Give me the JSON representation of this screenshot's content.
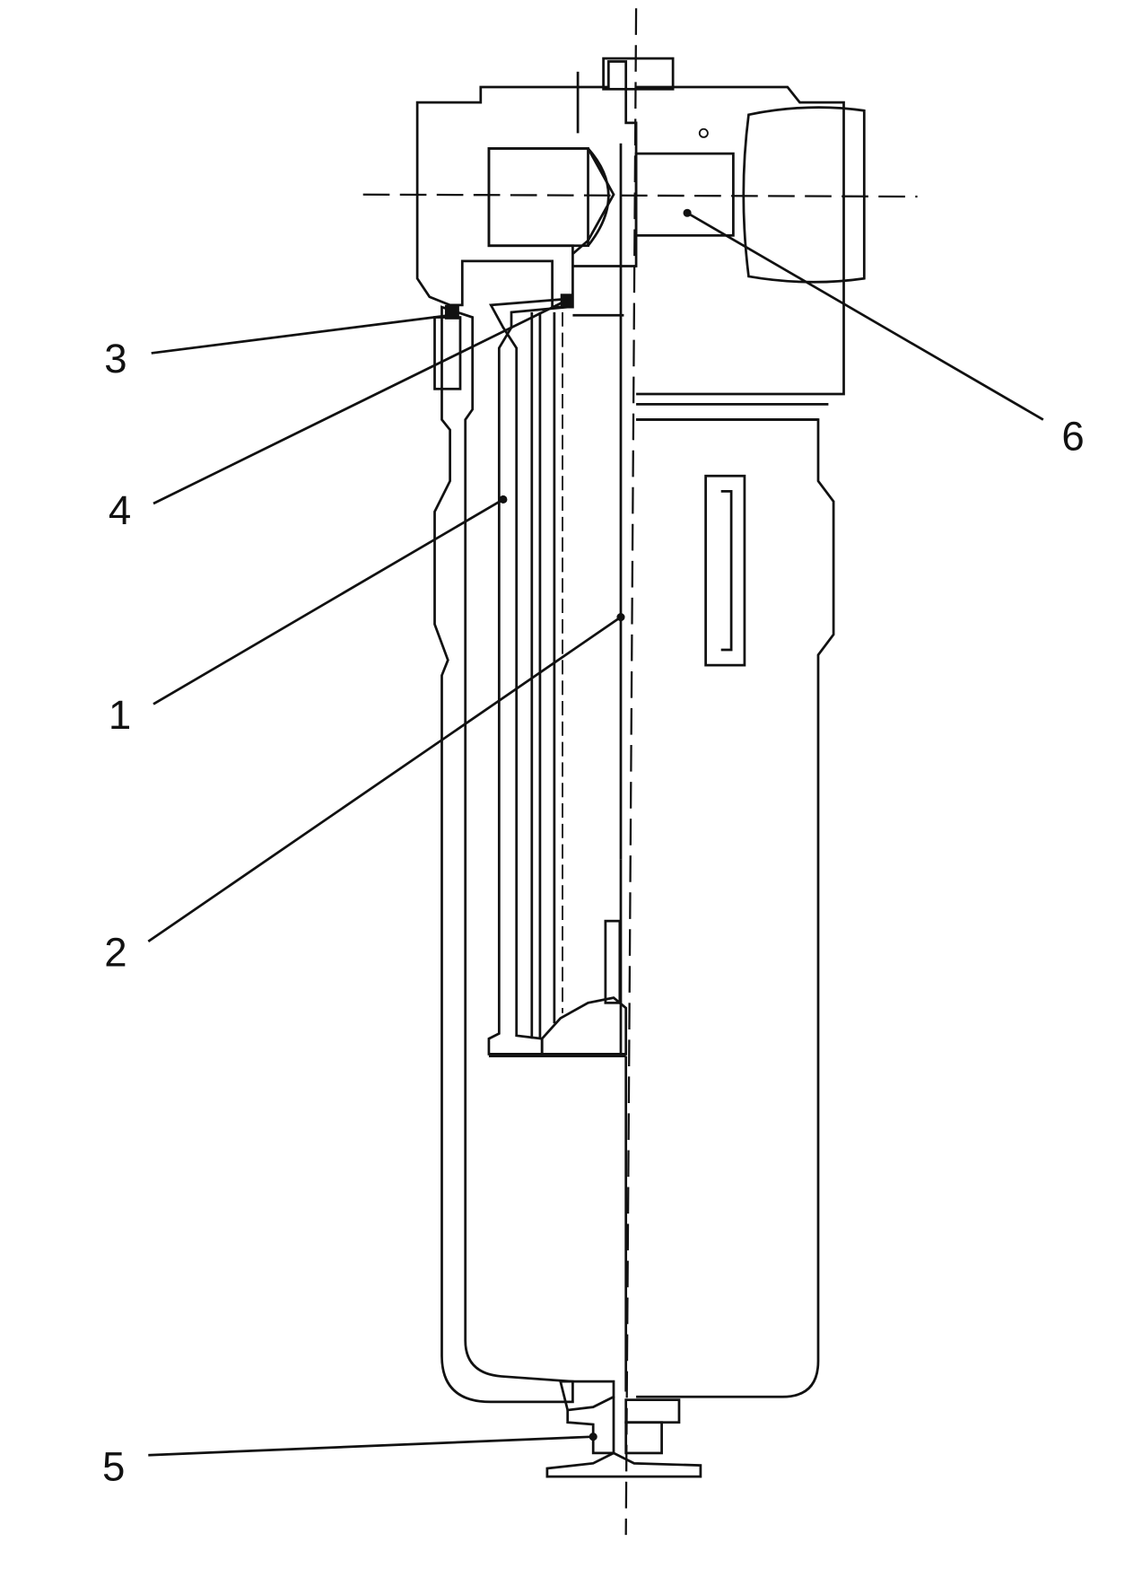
{
  "diagram": {
    "type": "filter cross-section drawing",
    "labels": [
      "1",
      "2",
      "3",
      "4",
      "5",
      "6"
    ],
    "colors": {
      "line": "#111111",
      "background": "#ffffff"
    }
  }
}
